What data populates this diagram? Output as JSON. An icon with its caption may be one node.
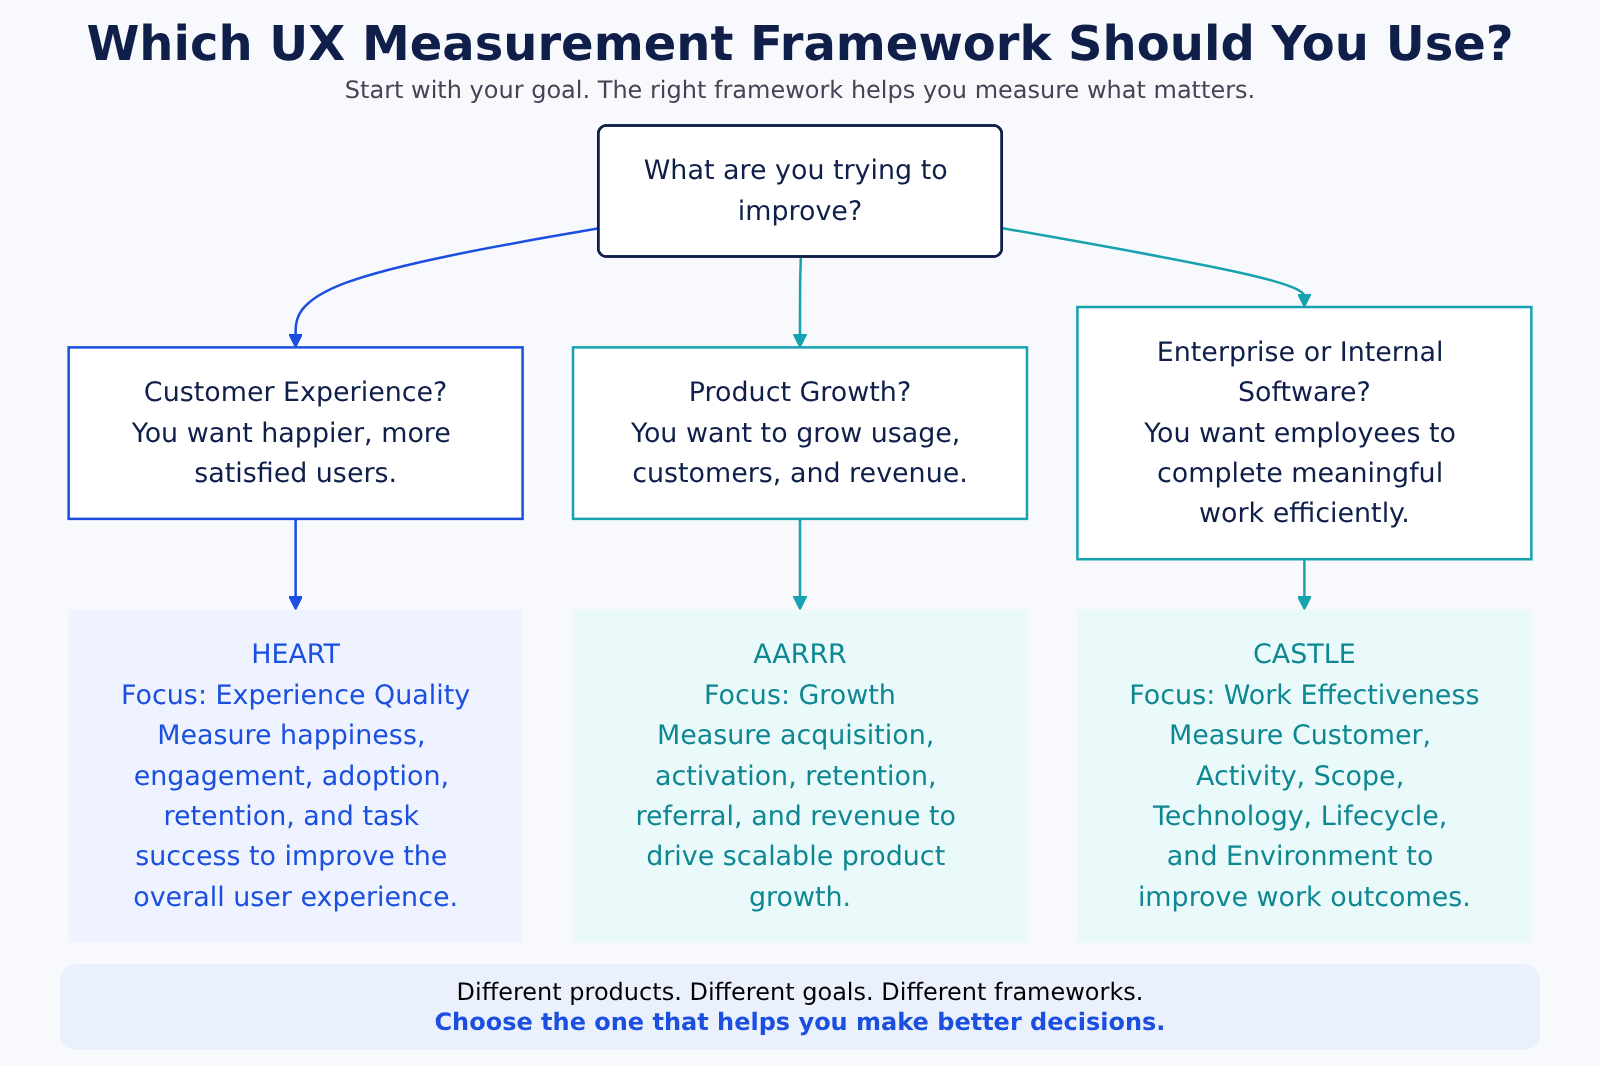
{
  "diagram": {
    "title": "Which UX Measurement Framework Should You Use?",
    "nodes": [
      {
        "text": [
          "What are you trying to improve?"
        ]
      },
      {
        "text": [
          "Customer Experience?",
          "You want happier, more satisfied users."
        ]
      },
      {
        "text": [
          "Product Growth?",
          "You want to grow usage, customers, and revenue."
        ]
      },
      {
        "text": [
          "Enterprise or Internal Software?",
          "You want employees to complete meaningful work efficiently."
        ]
      },
      {
        "text": [
          "HEART",
          "Focus: Experience Quality",
          "Measure happiness, engagement, adoption, retention, and task success to improve the overall user experience."
        ]
      },
      {
        "text": [
          "AARRR",
          "Focus: Growth",
          "Measure acquisition, activation, retention, referral, and revenue to drive scalable product growth."
        ]
      },
      {
        "text": [
          "CASTLE",
          "Focus: Work Effectiveness",
          "Measure Customer, Activity, Scope, Technology, Lifecycle, and Environment to improve work outcomes."
        ]
      }
    ],
    "edges": [
      {
        "from": 0,
        "to": 1,
        "arrow": "to",
        "color": "#1a4fe0"
      },
      {
        "from": 0,
        "to": 2,
        "arrow": "to"
      },
      {
        "from": 0,
        "to": 3,
        "arrow": "to"
      },
      {
        "from": 1,
        "to": 4,
        "arrow": "to",
        "color": "#1a4fe0"
      },
      {
        "from": 2,
        "to": 5,
        "arrow": "to"
      },
      {
        "from": 3,
        "to": 6,
        "arrow": "to"
      }
    ],
    "labels": [
      "Start with your goal. The right framework helps you measure what matters.",
      "Different products. Different goals. Different frameworks.",
      "Choose the one that helps you make better decisions."
    ]
  }
}
